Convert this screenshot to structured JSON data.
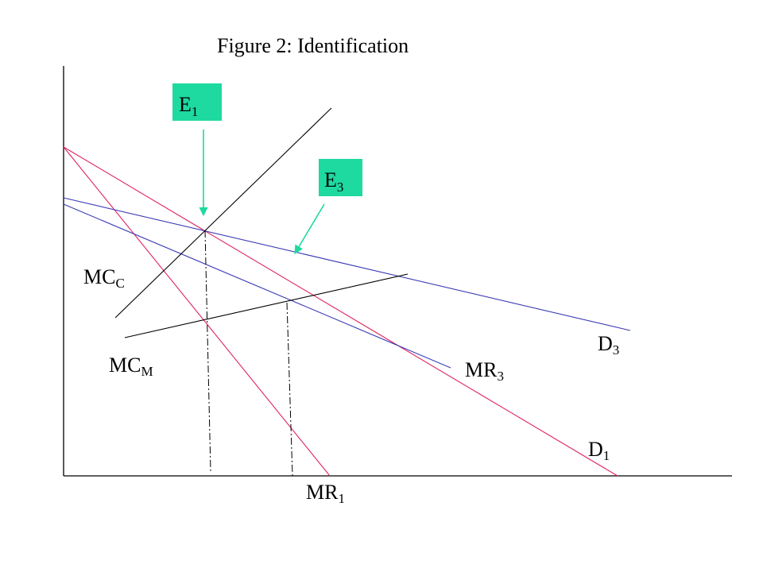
{
  "title": "Figure 2:  Identification",
  "colors": {
    "axis": "#000000",
    "demand": "#e0245e",
    "demand3": "#3b3bb5",
    "cost": "#000000",
    "marker": "#1ed9a0",
    "arrow": "#1ed9a0",
    "guide": "#000000"
  },
  "labels": {
    "mc_c": {
      "main": "MC",
      "sub": "C"
    },
    "mc_m": {
      "main": "MC",
      "sub": "M"
    },
    "d3": {
      "main": "D",
      "sub": "3"
    },
    "mr3": {
      "main": "MR",
      "sub": "3"
    },
    "d1": {
      "main": "D",
      "sub": "1"
    },
    "mr1": {
      "main": "MR",
      "sub": "1"
    }
  },
  "markers": {
    "e1": {
      "main": "E",
      "sub": "1"
    },
    "e3": {
      "main": "E",
      "sub": "3"
    }
  }
}
